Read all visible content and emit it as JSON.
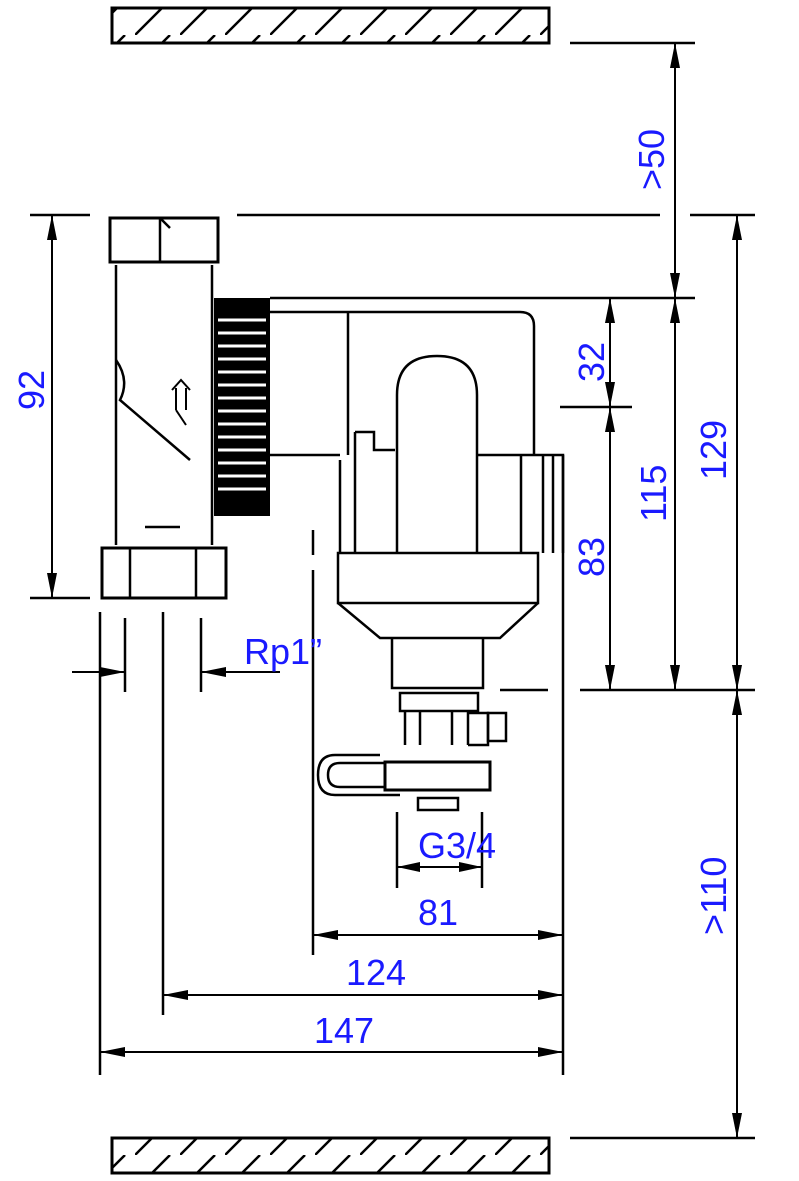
{
  "dimensions": {
    "wall_clearance_top": ">50",
    "upper_height": "32",
    "body_height": "115",
    "total_height": "129",
    "lower_height": "83",
    "wall_clearance_bottom": ">110",
    "pipe_height": "92",
    "thread_inlet": "Rp1”",
    "thread_drain": "G3/4",
    "width_81": "81",
    "width_124": "124",
    "width_147": "147"
  },
  "colors": {
    "dimension_text": "#1a1aff",
    "lines": "#000000"
  }
}
